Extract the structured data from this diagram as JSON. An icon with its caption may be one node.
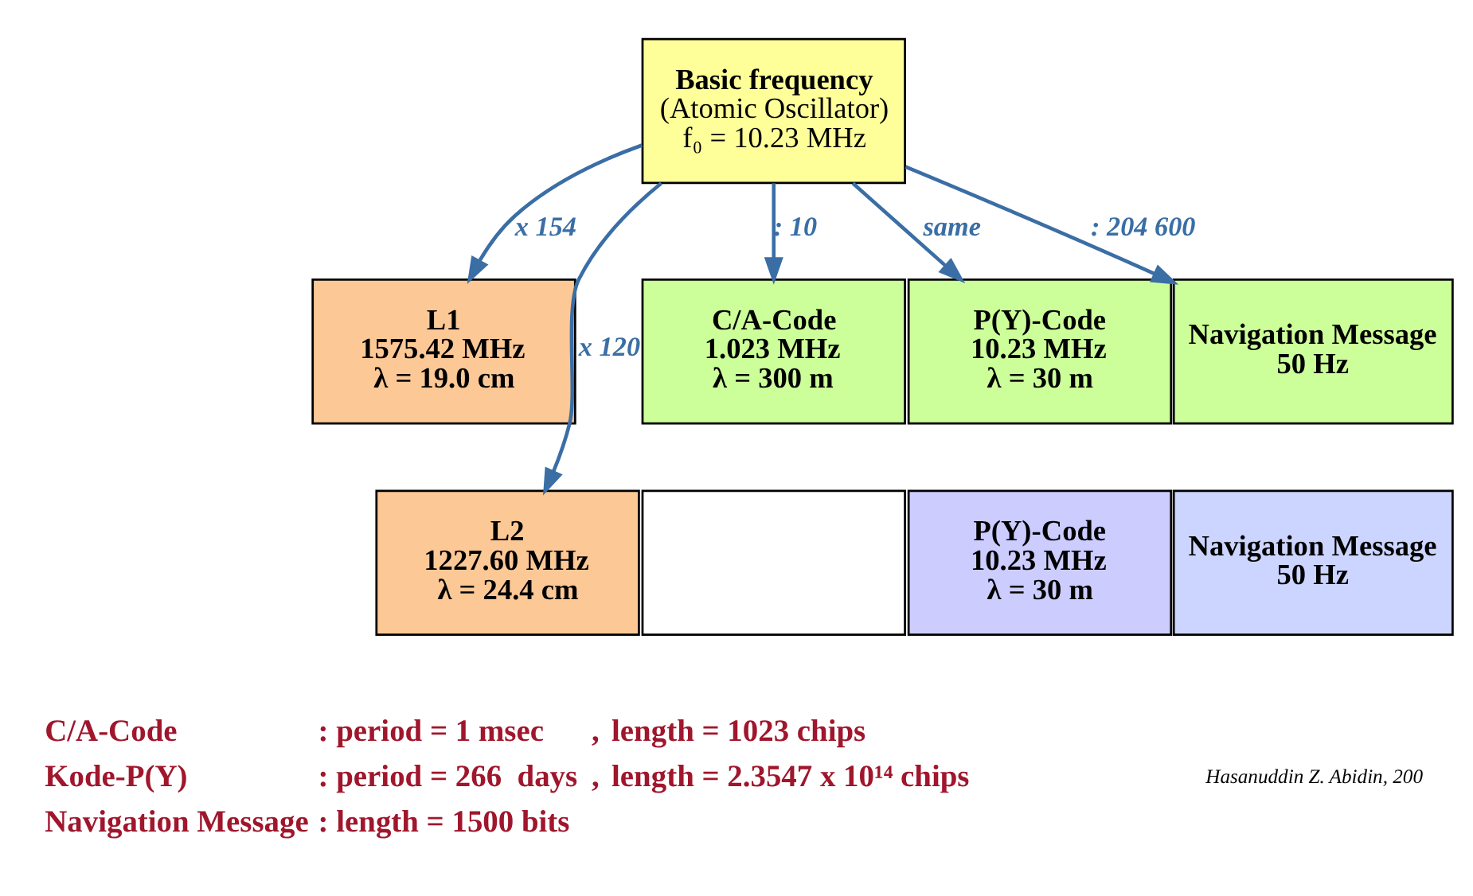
{
  "diagram": {
    "nodes": [
      {
        "text": [
          "Basic frequency",
          "(Atomic Oscillator)",
          "f₀ = 10.23 MHz"
        ]
      },
      {
        "text": [
          "L1",
          "1575.42 MHz",
          "λ = 19.0 cm"
        ]
      },
      {
        "text": [
          "C/A-Code",
          "1.023 MHz",
          "λ = 300 m"
        ]
      },
      {
        "text": [
          "P(Y)-Code",
          "10.23 MHz",
          "λ = 30 m"
        ]
      },
      {
        "text": [
          "Navigation Message",
          "50 Hz"
        ]
      },
      {
        "text": [
          "L2",
          "1227.60 MHz",
          "λ = 24.4 cm"
        ]
      },
      {
        "text": [],
        "shape": "box"
      },
      {
        "text": [
          "P(Y)-Code",
          "10.23 MHz",
          "λ = 30 m"
        ]
      },
      {
        "text": [
          "Navigation Message",
          "50 Hz"
        ]
      }
    ],
    "edges": [
      {
        "from": 0,
        "to": 4,
        "arrow": "to",
        "label": ": 204 600"
      },
      {
        "from": 0,
        "to": 3,
        "arrow": "to",
        "label": "same"
      },
      {
        "from": 0,
        "to": 2,
        "arrow": "to",
        "label": ": 10"
      },
      {
        "from": 0,
        "to": 1,
        "arrow": "to",
        "label": "x 154"
      },
      {
        "from": 0,
        "to": 5,
        "arrow": "to",
        "label": "x 120"
      }
    ],
    "labels": [
      "C/A-Code",
      ": period = 1 msec",
      ",",
      "length = 1023 chips",
      "Kode-P(Y)",
      ": period = 266  days",
      ",",
      "length = 2.3547 x 10¹⁴ chips",
      "Navigation Message",
      ": length = 1500 bits",
      "Hasanuddin Z. Abidin, 200"
    ]
  }
}
